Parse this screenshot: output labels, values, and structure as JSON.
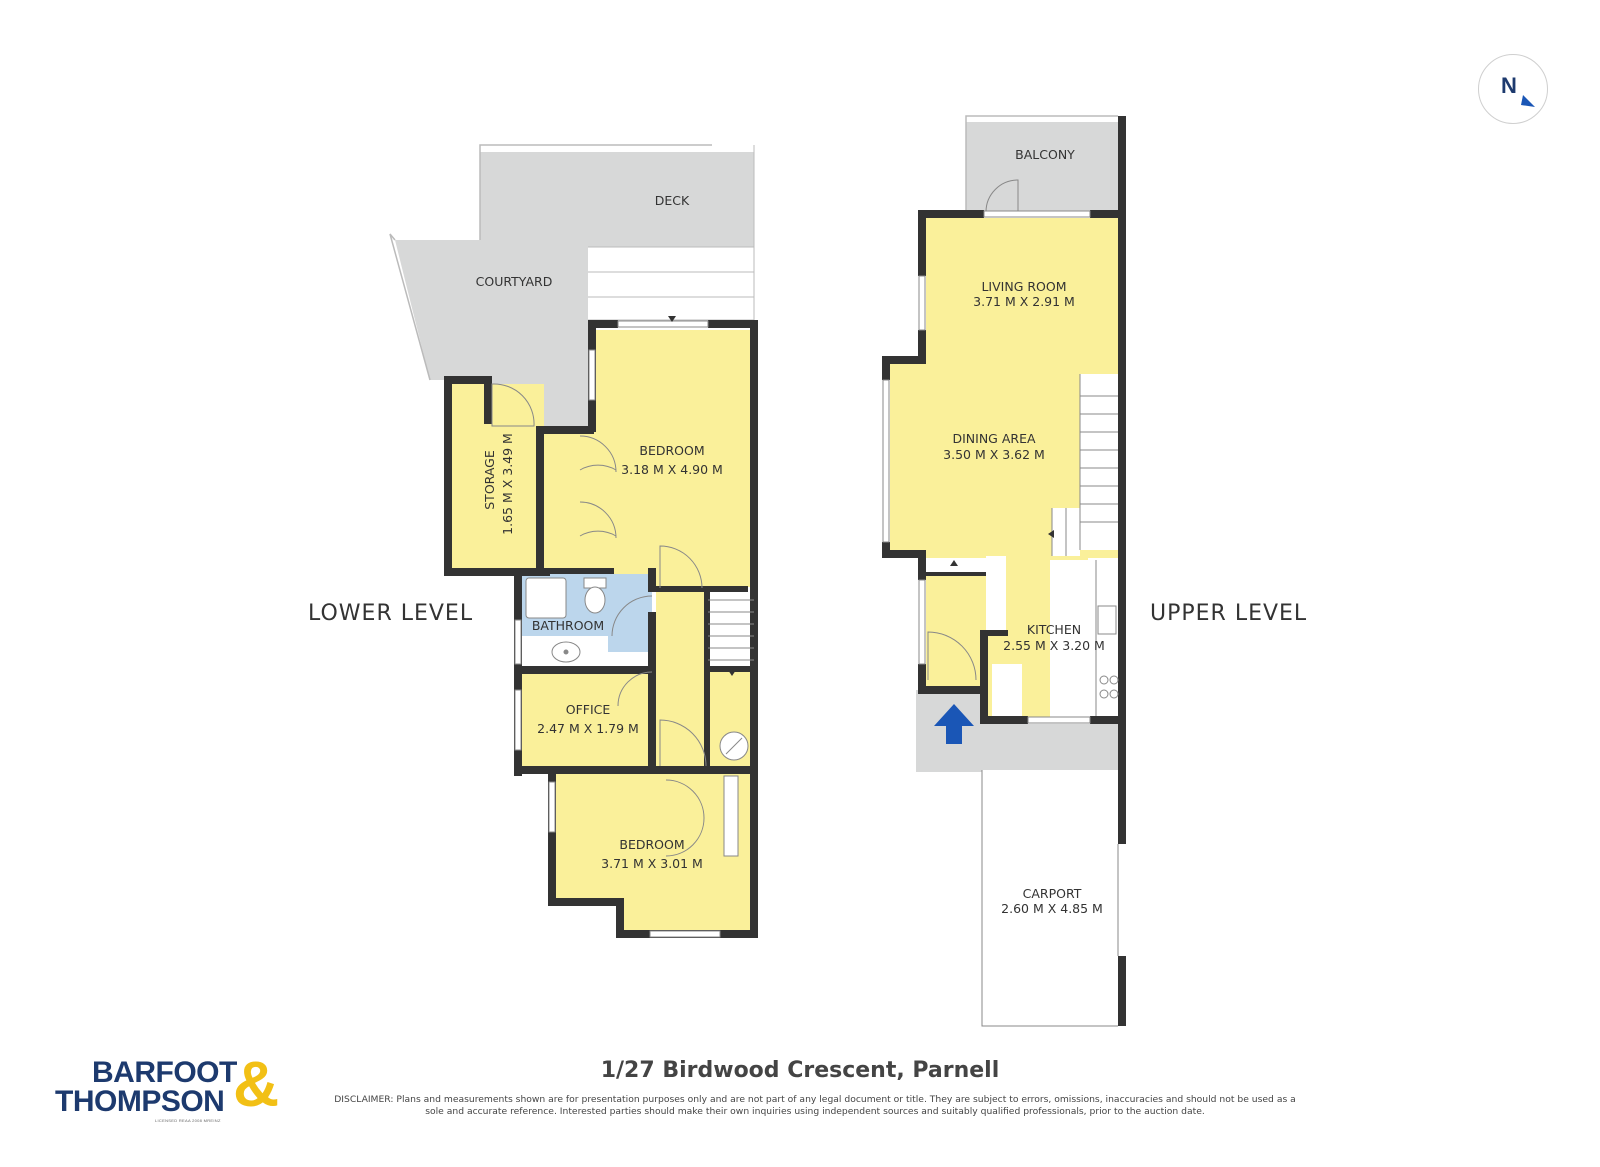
{
  "levels": {
    "lower": "LOWER LEVEL",
    "upper": "UPPER LEVEL"
  },
  "rooms": {
    "deck": "DECK",
    "courtyard": "COURTYARD",
    "bedroom1_name": "BEDROOM",
    "bedroom1_dims": "3.18 M X 4.90 M",
    "storage_name": "STORAGE",
    "storage_dims": "1.65 M X 3.49 M",
    "bathroom": "BATHROOM",
    "office_name": "OFFICE",
    "office_dims": "2.47 M X 1.79 M",
    "bedroom2_name": "BEDROOM",
    "bedroom2_dims": "3.71 M X 3.01 M",
    "balcony": "BALCONY",
    "living_name": "LIVING ROOM",
    "living_dims": "3.71 M X 2.91 M",
    "dining_name": "DINING AREA",
    "dining_dims": "3.50 M X 3.62 M",
    "kitchen_name": "KITCHEN",
    "kitchen_dims": "2.55 M X 3.20 M",
    "carport_name": "CARPORT",
    "carport_dims": "2.60 M X 4.85 M"
  },
  "footer": {
    "address": "1/27 Birdwood Crescent, Parnell",
    "disclaimer": "DISCLAIMER: Plans and measurements shown are for presentation purposes only and are not part of any legal document or title. They are subject to errors, omissions, inaccuracies and should not be used as a sole and accurate reference. Interested parties should make their own inquiries using independent sources and suitably qualified professionals, prior to the auction date."
  },
  "logo": {
    "line1": "BARFOOT",
    "line2": "THOMPSON",
    "ampersand": "&",
    "license": "LICENSED REAA 2008 MREINZ"
  },
  "compass": {
    "label": "N"
  },
  "colors": {
    "room": "#faf09a",
    "bathroom": "#bcd6ec",
    "outdoor": "#d7d8d8",
    "wall": "#333333",
    "brand_blue": "#1d3a6e",
    "brand_gold": "#f2c015",
    "entry_arrow": "#1a56b6"
  }
}
